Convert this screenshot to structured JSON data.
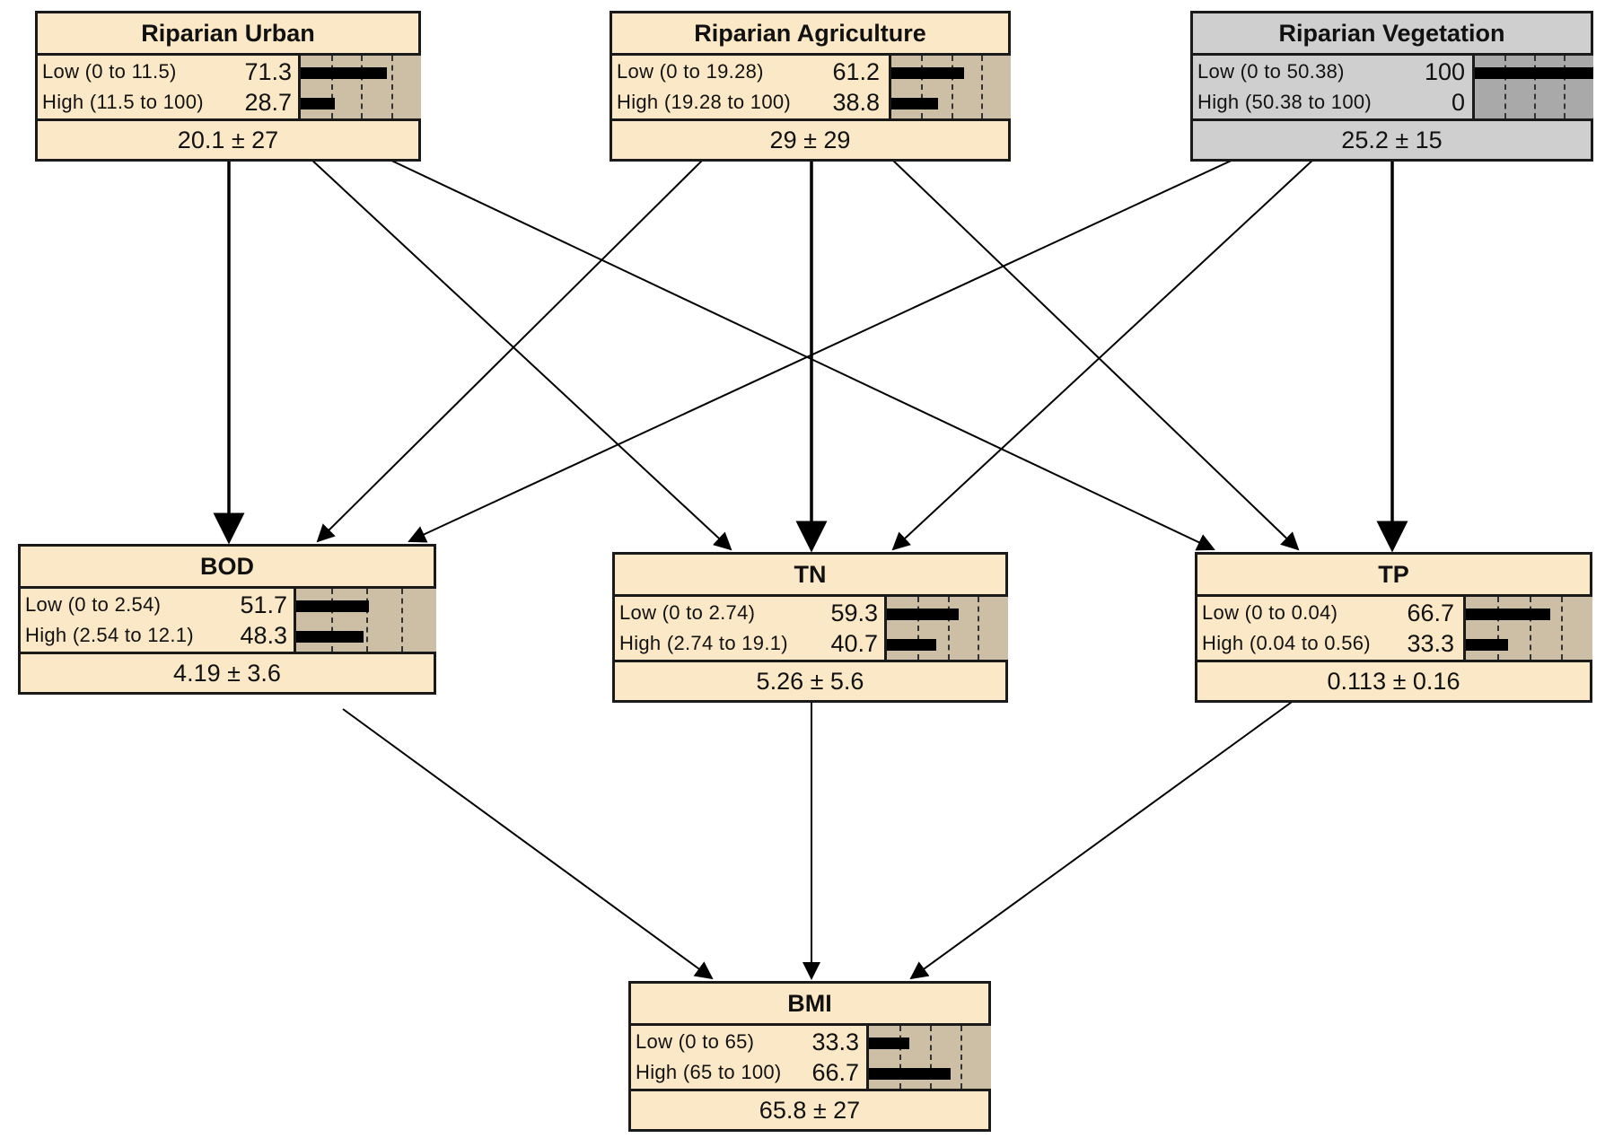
{
  "nodes": {
    "riparian_urban": {
      "title": "Riparian Urban",
      "states": [
        {
          "label": "Low (0 to 11.5)",
          "value": "71.3",
          "prob": 71.3
        },
        {
          "label": "High (11.5 to 100)",
          "value": "28.7",
          "prob": 28.7
        }
      ],
      "mean": "20.1 ± 27"
    },
    "riparian_agriculture": {
      "title": "Riparian Agriculture",
      "states": [
        {
          "label": "Low (0 to 19.28)",
          "value": "61.2",
          "prob": 61.2
        },
        {
          "label": "High (19.28 to 100)",
          "value": "38.8",
          "prob": 38.8
        }
      ],
      "mean": "29 ± 29"
    },
    "riparian_vegetation": {
      "title": "Riparian Vegetation",
      "states": [
        {
          "label": "Low (0 to 50.38)",
          "value": "100",
          "prob": 100
        },
        {
          "label": "High (50.38 to 100)",
          "value": "0",
          "prob": 0
        }
      ],
      "mean": "25.2 ± 15"
    },
    "bod": {
      "title": "BOD",
      "states": [
        {
          "label": "Low (0 to 2.54)",
          "value": "51.7",
          "prob": 51.7
        },
        {
          "label": "High (2.54 to 12.1)",
          "value": "48.3",
          "prob": 48.3
        }
      ],
      "mean": "4.19 ± 3.6"
    },
    "tn": {
      "title": "TN",
      "states": [
        {
          "label": "Low (0 to 2.74)",
          "value": "59.3",
          "prob": 59.3
        },
        {
          "label": "High (2.74 to 19.1)",
          "value": "40.7",
          "prob": 40.7
        }
      ],
      "mean": "5.26 ± 5.6"
    },
    "tp": {
      "title": "TP",
      "states": [
        {
          "label": "Low (0 to 0.04)",
          "value": "66.7",
          "prob": 66.7
        },
        {
          "label": "High (0.04 to 0.56)",
          "value": "33.3",
          "prob": 33.3
        }
      ],
      "mean": "0.113 ± 0.16"
    },
    "bmi": {
      "title": "BMI",
      "states": [
        {
          "label": "Low (0 to 65)",
          "value": "33.3",
          "prob": 33.3
        },
        {
          "label": "High (65 to 100)",
          "value": "66.7",
          "prob": 66.7
        }
      ],
      "mean": "65.8 ± 27"
    }
  },
  "edges": [
    {
      "from": "riparian_urban",
      "to": "bod"
    },
    {
      "from": "riparian_urban",
      "to": "tn"
    },
    {
      "from": "riparian_urban",
      "to": "tp"
    },
    {
      "from": "riparian_agriculture",
      "to": "bod"
    },
    {
      "from": "riparian_agriculture",
      "to": "tn"
    },
    {
      "from": "riparian_agriculture",
      "to": "tp"
    },
    {
      "from": "riparian_vegetation",
      "to": "bod"
    },
    {
      "from": "riparian_vegetation",
      "to": "tn"
    },
    {
      "from": "riparian_vegetation",
      "to": "tp"
    },
    {
      "from": "bod",
      "to": "bmi"
    },
    {
      "from": "tn",
      "to": "bmi"
    },
    {
      "from": "tp",
      "to": "bmi"
    }
  ],
  "colors": {
    "node_fill": "#fbe8c6",
    "evidence_node_fill": "#cfcfcf",
    "bar_area": "#cdbfa6",
    "evidence_bar_area": "#a9a9a9",
    "bar": "#000000"
  },
  "evidence_nodes": [
    "riparian_vegetation"
  ]
}
